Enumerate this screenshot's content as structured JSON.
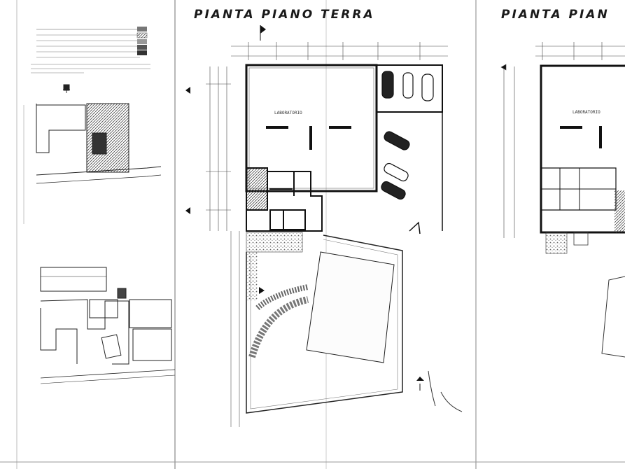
{
  "sheet": {
    "title_center": "PIANTA PIANO TERRA",
    "title_right": "PIANTA PIAN",
    "room_center": "LABORATORIO",
    "room_right": "LABORATORIO"
  },
  "colors": {
    "paper": "#ffffff",
    "ink": "#1a1a1a",
    "hatch": "#555555"
  }
}
